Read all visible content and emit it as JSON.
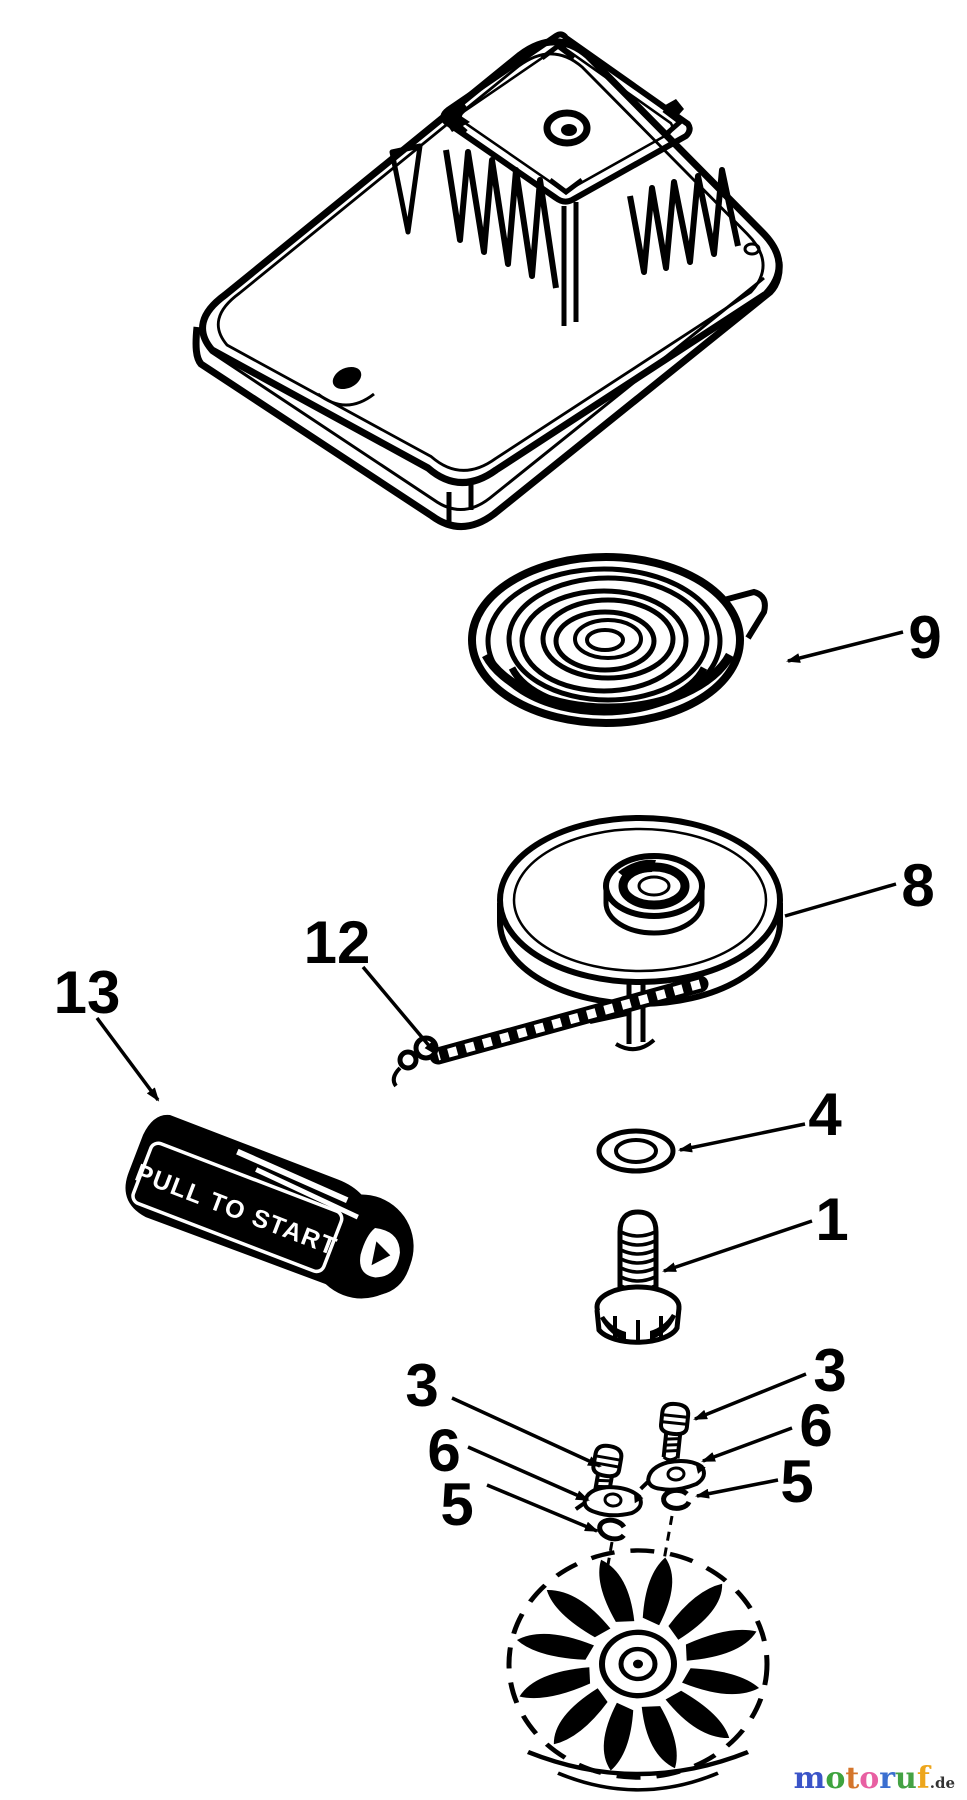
{
  "diagram": {
    "background": "#ffffff",
    "ink": "#000000",
    "handle_text": "PULL TO START",
    "labels": {
      "spring": "9",
      "pulley": "8",
      "rope": "12",
      "handle": "13",
      "washer": "4",
      "bolt": "1",
      "screw_left": "3",
      "screw_right": "3",
      "pawl_left": "6",
      "pawl_right": "6",
      "ring_left": "5",
      "ring_right": "5"
    }
  },
  "watermark": {
    "letters": [
      {
        "ch": "m",
        "color": "#3b54c8"
      },
      {
        "ch": "o",
        "color": "#3ea33e"
      },
      {
        "ch": "t",
        "color": "#d4752b"
      },
      {
        "ch": "o",
        "color": "#e85fa2"
      },
      {
        "ch": "r",
        "color": "#3b6fd0"
      },
      {
        "ch": "u",
        "color": "#44a244"
      },
      {
        "ch": "f",
        "color": "#eda61c"
      }
    ],
    "suffix": ".de",
    "suffix_color": "#333333"
  }
}
